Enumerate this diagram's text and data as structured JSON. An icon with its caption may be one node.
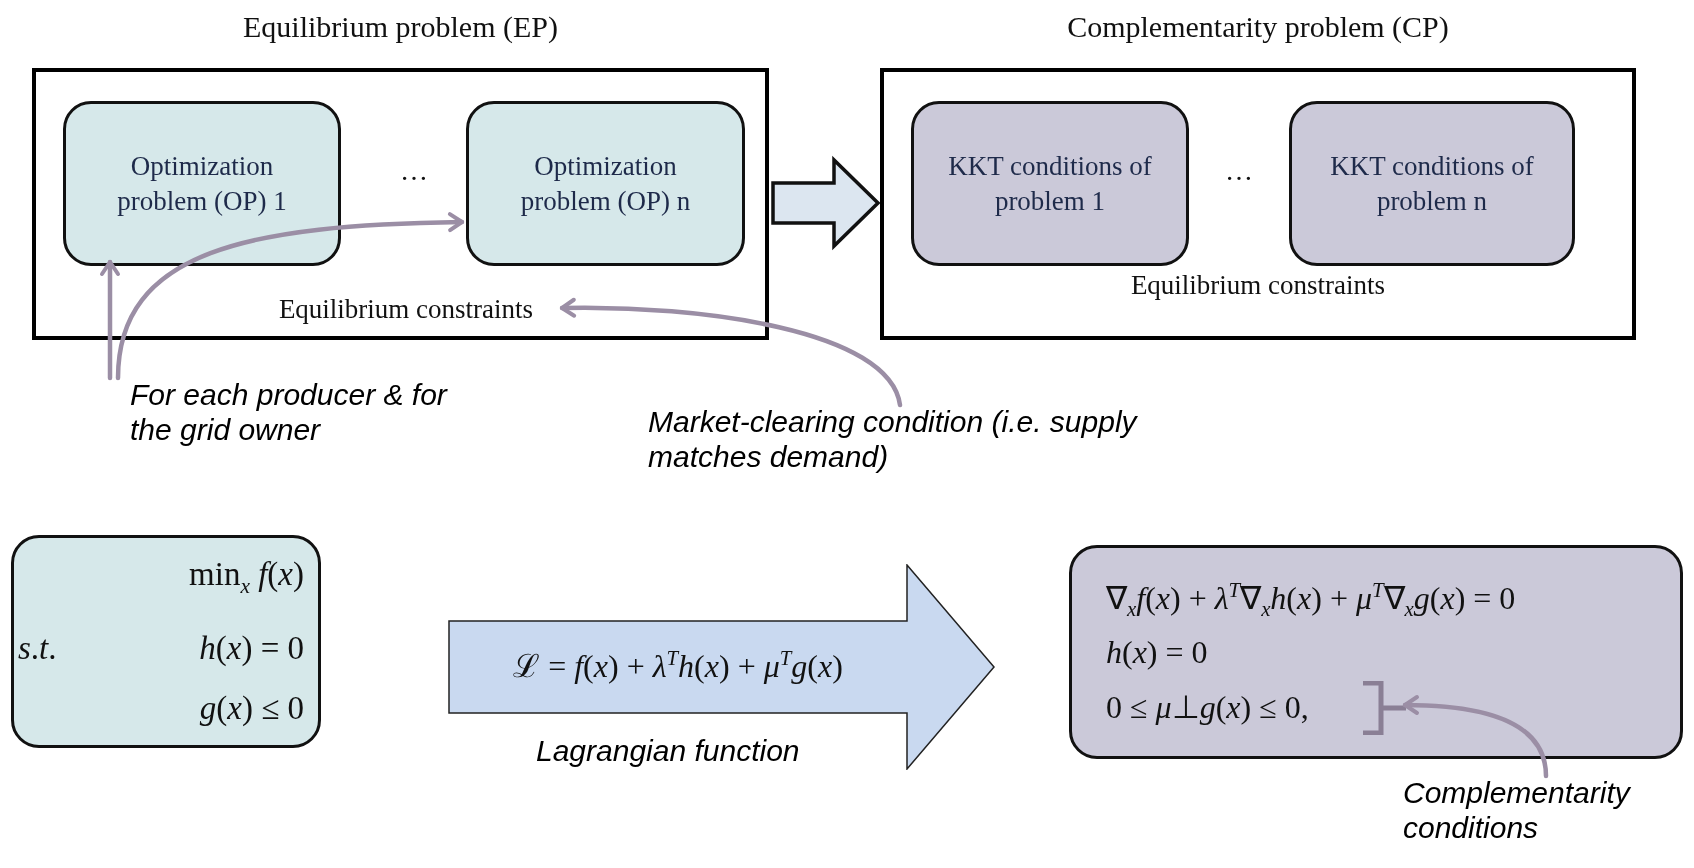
{
  "diagram": {
    "nodes": [
      {
        "text": [
          "Equilibrium problem (EP)"
        ]
      },
      {
        "text": [
          "Optimization problem (OP) 1"
        ],
        "in": 0
      },
      {
        "text": [
          "Optimization problem (OP) n"
        ],
        "in": 0
      },
      {
        "text": [
          "Equilibrium constraints"
        ],
        "in": 0
      },
      {
        "text": [
          "Complementarity problem (CP)",
          "Equilibrium constraints"
        ]
      },
      {
        "text": [
          "KKT conditions of problem 1"
        ],
        "in": 4
      },
      {
        "text": [
          "KKT conditions of problem n"
        ],
        "in": 4
      },
      {
        "text": [
          "For each producer & for the grid owner"
        ]
      },
      {
        "text": [
          "Market-clearing condition (i.e. supply matches demand)"
        ]
      },
      {
        "text": [
          "min$_{x}$ *f*(*x*)",
          "*s*.*t*.",
          "*h*(*x*) = 0",
          "*g*(*x*) ≤ 0"
        ]
      },
      {
        "text": [
          "ℒ = *f*(*x*) + *λ*$^{T}$*h*(*x*) + *μ*$^{T}$*g*(*x*)"
        ],
        "beside": [
          "Lagrangian function"
        ]
      },
      {
        "text": [
          "∇$_{x}$*f*(*x*) + *λ*$^{T}$∇$_{x}$*h*(*x*) + *μ*$^{T}$∇$_{x}$*g*(*x*) = 0",
          "*h*(*x*) = 0",
          "0 ≤ *μ*⊥*g*(*x*) ≤ 0,"
        ]
      },
      {
        "text": [],
        "shape": "bracket",
        "in": 11
      },
      {
        "text": [
          "Complementarity conditions"
        ]
      }
    ],
    "edges": [
      {
        "from": 0,
        "to": 4,
        "arrow": "to",
        "style": "thick"
      },
      {
        "from": 7,
        "to": 1,
        "arrow": "to"
      },
      {
        "from": 7,
        "to": 2,
        "arrow": "to"
      },
      {
        "from": 8,
        "to": 3,
        "arrow": "to"
      },
      {
        "from": 13,
        "to": 12,
        "arrow": "to"
      }
    ],
    "labels": [
      "…",
      "…"
    ]
  }
}
